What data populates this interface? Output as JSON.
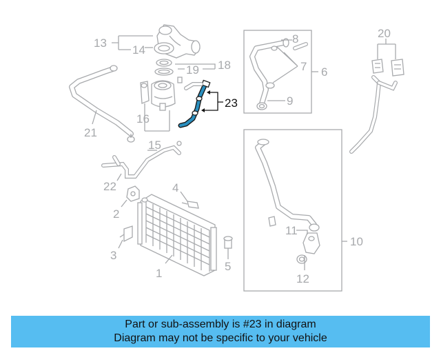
{
  "diagram": {
    "callouts": {
      "c1": "1",
      "c2": "2",
      "c3": "3",
      "c4": "4",
      "c5": "5",
      "c6": "6",
      "c7": "7",
      "c8": "8",
      "c9": "9",
      "c10": "10",
      "c11": "11",
      "c12": "12",
      "c13": "13",
      "c14": "14",
      "c15": "15",
      "c16": "16",
      "c18": "18",
      "c19": "19",
      "c20": "20",
      "c21": "21",
      "c22": "22",
      "c23": "23"
    },
    "highlighted_part": "23"
  },
  "banner": {
    "line1": "Part or sub-assembly is #23 in diagram",
    "line2": "Diagram may not be specific to your vehicle"
  },
  "colors": {
    "highlight_blue": "#56bdf1",
    "part_grey": "#a7a9ac",
    "highlight_part": "#2a8fbf"
  }
}
